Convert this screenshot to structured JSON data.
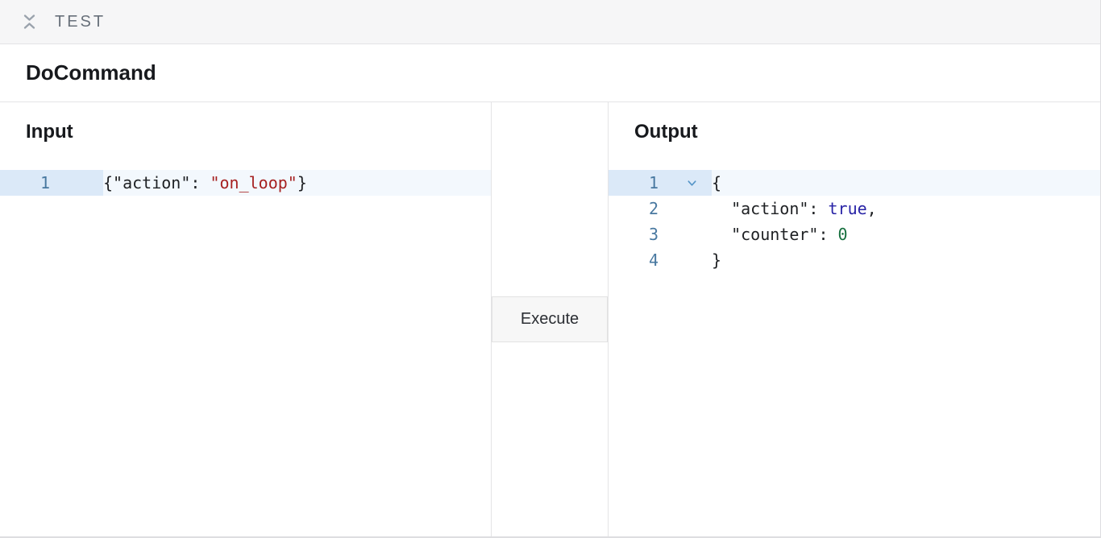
{
  "header": {
    "title": "TEST",
    "collapse_icon": "collapse-vertical-icon"
  },
  "command": {
    "title": "DoCommand"
  },
  "panels": {
    "input": {
      "heading": "Input",
      "editor": {
        "lines": [
          {
            "num": "1",
            "active": true,
            "fold": false,
            "segments": [
              {
                "text": "{\"action\": ",
                "type": "plain"
              },
              {
                "text": "\"on_loop\"",
                "type": "string"
              },
              {
                "text": "}",
                "type": "plain"
              }
            ]
          }
        ]
      }
    },
    "middle": {
      "execute_label": "Execute"
    },
    "output": {
      "heading": "Output",
      "editor": {
        "lines": [
          {
            "num": "1",
            "active": true,
            "fold": true,
            "segments": [
              {
                "text": "{",
                "type": "plain"
              }
            ]
          },
          {
            "num": "2",
            "active": false,
            "fold": false,
            "segments": [
              {
                "text": "  \"action\": ",
                "type": "plain"
              },
              {
                "text": "true",
                "type": "atom"
              },
              {
                "text": ",",
                "type": "plain"
              }
            ]
          },
          {
            "num": "3",
            "active": false,
            "fold": false,
            "segments": [
              {
                "text": "  \"counter\": ",
                "type": "plain"
              },
              {
                "text": "0",
                "type": "number"
              }
            ]
          },
          {
            "num": "4",
            "active": false,
            "fold": false,
            "segments": [
              {
                "text": "}",
                "type": "plain"
              }
            ]
          }
        ]
      }
    }
  },
  "colors": {
    "line_number": "#4878a0",
    "active_line_bg": "#f3f8fd",
    "active_gutter_bg": "#dbe9f8",
    "token_string": "#a62121",
    "token_atom": "#2823a6",
    "token_number": "#17703f",
    "fold_icon": "#5494c7",
    "topbar_bg": "#f6f6f7",
    "border": "#e4e4e6"
  }
}
